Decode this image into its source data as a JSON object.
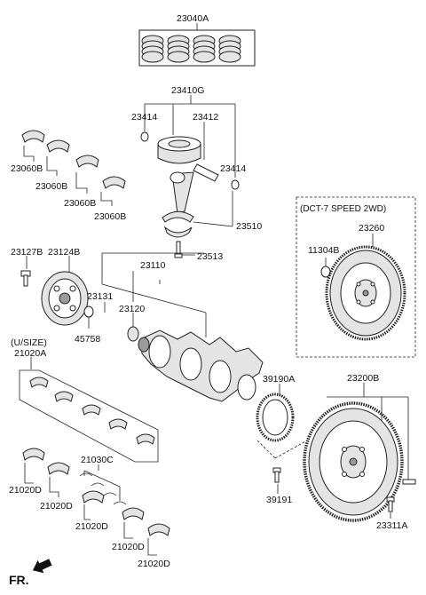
{
  "labels": {
    "l23040a": "23040A",
    "l23410g": "23410G",
    "l23414a": "23414",
    "l23412": "23412",
    "l23414b": "23414",
    "l23060b_1": "23060B",
    "l23060b_2": "23060B",
    "l23060b_3": "23060B",
    "l23060b_4": "23060B",
    "l23510": "23510",
    "l23513": "23513",
    "l23127b": "23127B",
    "l23124b": "23124B",
    "l23110": "23110",
    "l23131": "23131",
    "l23120": "23120",
    "l45758": "45758",
    "lusize": "(U/SIZE)",
    "l21020a": "21020A",
    "l39190a": "39190A",
    "l23200b": "23200B",
    "l21030c": "21030C",
    "l21020d_1": "21020D",
    "l21020d_2": "21020D",
    "l21020d_3": "21020D",
    "l21020d_4": "21020D",
    "l21020d_5": "21020D",
    "l39191": "39191",
    "l23311a": "23311A",
    "ldct": "(DCT-7 SPEED 2WD)",
    "l11304b": "11304B",
    "l23260": "23260",
    "lfr": "FR."
  }
}
